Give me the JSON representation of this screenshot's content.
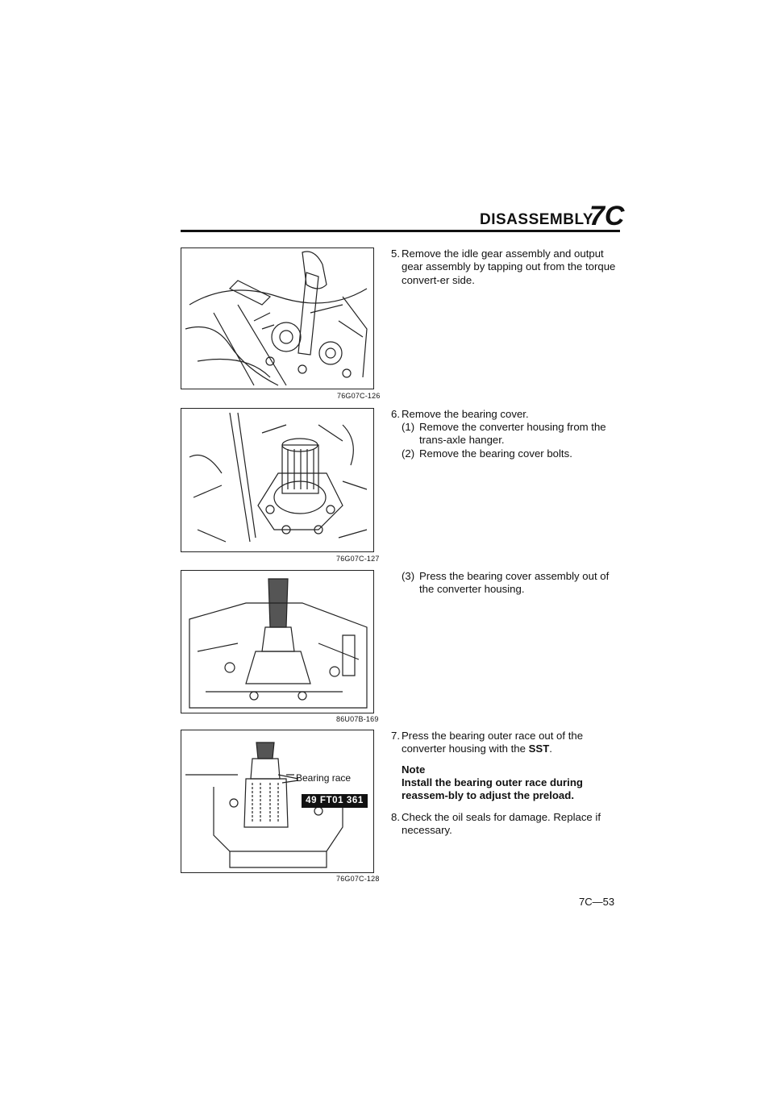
{
  "header": {
    "title": "DISASSEMBLY",
    "section_code": "7C"
  },
  "figures": [
    {
      "code": "76G07C-126"
    },
    {
      "code": "76G07C-127"
    },
    {
      "code": "86U07B-169"
    },
    {
      "code": "76G07C-128",
      "label_bearing": "Bearing race",
      "sst_number": "49 FT01 361"
    }
  ],
  "steps": {
    "s5": {
      "num": "5.",
      "text": "Remove the idle gear assembly and output gear assembly by tapping out from the torque convert-er side."
    },
    "s6": {
      "num": "6.",
      "text": "Remove the bearing cover."
    },
    "s6_1": {
      "num": "(1)",
      "text": "Remove the converter housing from the trans-axle hanger."
    },
    "s6_2": {
      "num": "(2)",
      "text": "Remove the bearing cover bolts."
    },
    "s6_3": {
      "num": "(3)",
      "text": "Press the bearing cover assembly out of the converter housing."
    },
    "s7": {
      "num": "7.",
      "text_before": "Press the bearing outer race out of the converter housing with the ",
      "text_bold": "SST",
      "text_after": "."
    },
    "note_heading": "Note",
    "note_body": "Install the bearing outer race during reassem-bly to adjust the preload.",
    "s8": {
      "num": "8.",
      "text": "Check the oil seals for damage. Replace if necessary."
    }
  },
  "page_number": "7C—53"
}
